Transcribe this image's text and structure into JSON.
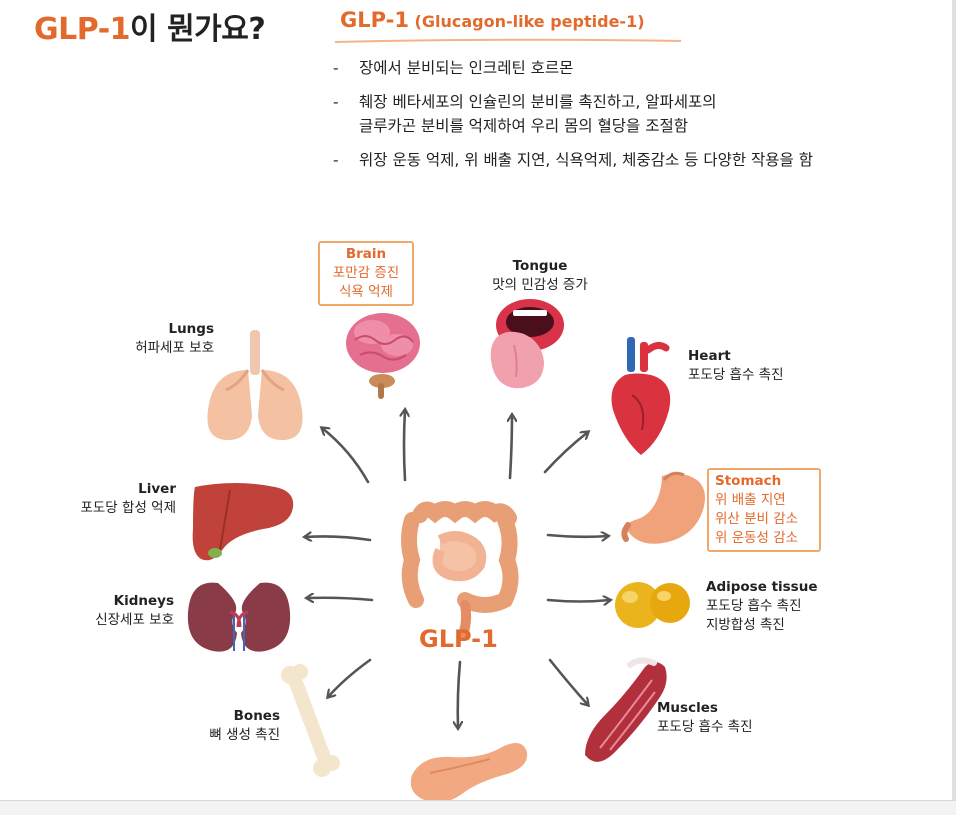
{
  "header": {
    "title_accent": "GLP-1",
    "title_rest": "이 뭔가요?",
    "subtitle_main": "GLP-1",
    "subtitle_sub": "(Glucagon-like peptide-1)"
  },
  "bullets": [
    {
      "dash": "-",
      "text": "장에서 분비되는 인크레틴 호르몬"
    },
    {
      "dash": "-",
      "text": "췌장 베타세포의 인슐린의 분비를 촉진하고, 알파세포의",
      "text2": "글루카곤 분비를 억제하여 우리 몸의 혈당을 조절함"
    },
    {
      "dash": "-",
      "text": "위장 운동 억제, 위 배출 지연, 식욕억제, 체중감소 등 다양한 작용을 함"
    }
  ],
  "center_label": "GLP-1",
  "organs": {
    "brain": {
      "name": "Brain",
      "line1": "포만감 증진",
      "line2": "식욕 억제"
    },
    "tongue": {
      "name": "Tongue",
      "line1": "맛의 민감성 증가"
    },
    "lungs": {
      "name": "Lungs",
      "line1": "허파세포 보호"
    },
    "heart": {
      "name": "Heart",
      "line1": "포도당 흡수 촉진"
    },
    "liver": {
      "name": "Liver",
      "line1": "포도당 합성 억제"
    },
    "stomach": {
      "name": "Stomach",
      "line1": "위 배출 지연",
      "line2": "위산 분비 감소",
      "line3": "위 운동성 감소"
    },
    "kidneys": {
      "name": "Kidneys",
      "line1": "신장세포 보호"
    },
    "adipose": {
      "name": "Adipose tissue",
      "line1": "포도당 흡수 촉진",
      "line2": "지방합성 촉진"
    },
    "bones": {
      "name": "Bones",
      "line1": "뼈 생성 촉진"
    },
    "muscles": {
      "name": "Muscles",
      "line1": "포도당 흡수 촉진"
    }
  },
  "colors": {
    "accent": "#e26a2c",
    "box_border": "#f0a86a",
    "arrow": "#555555"
  },
  "icons": [
    "intestine-icon",
    "brain-icon",
    "tongue-icon",
    "lungs-icon",
    "heart-icon",
    "liver-icon",
    "stomach-icon",
    "kidneys-icon",
    "adipose-icon",
    "bone-icon",
    "muscle-icon",
    "pancreas-icon"
  ]
}
